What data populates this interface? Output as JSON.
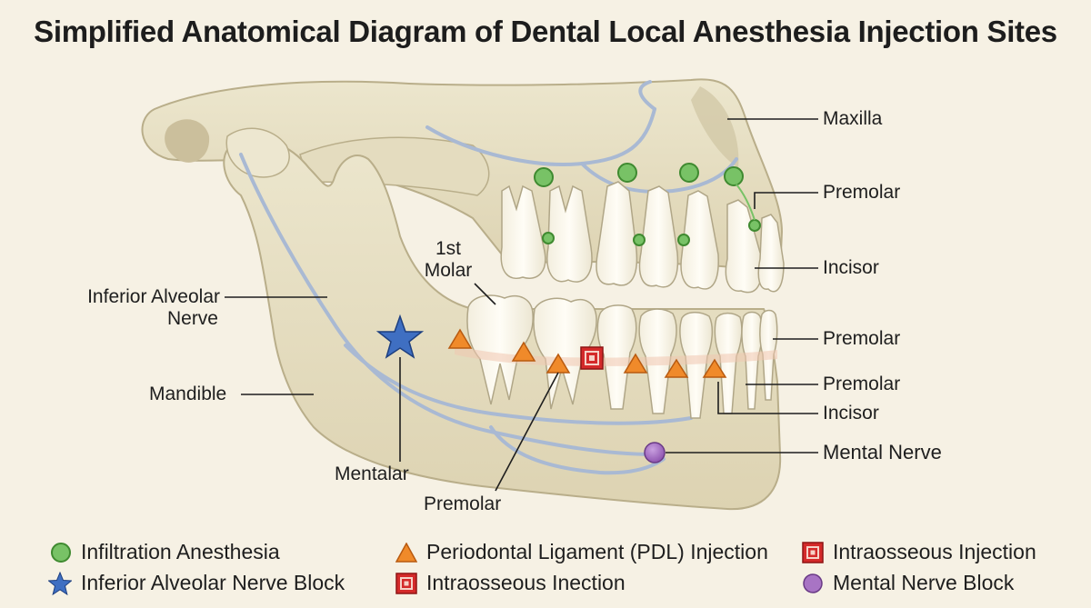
{
  "title": "Simplified Anatomical Diagram of Dental Local Anesthesia Injection Sites",
  "labels": {
    "maxilla": "Maxilla",
    "premolar_upper": "Premolar",
    "incisor_upper": "Incisor",
    "premolar_lower_1": "Premolar",
    "premolar_lower_2": "Premolar",
    "incisor_lower": "Incisor",
    "mental_nerve": "Mental Nerve",
    "inferior_alveolar_nerve_1": "Inferior Alveolar",
    "inferior_alveolar_nerve_2": "Nerve",
    "mandible": "Mandible",
    "first_molar_1": "1st",
    "first_molar_2": "Molar",
    "mentalar": "Mentalar",
    "premolar_bottom": "Premolar"
  },
  "legend": [
    {
      "text": "Infiltration Anesthesia",
      "icon": "green-circle-icon"
    },
    {
      "text": "Inferior Alveolar Nerve Block",
      "icon": "blue-star-icon"
    },
    {
      "text": "Periodontal Ligament (PDL) Injection",
      "icon": "orange-triangle-icon"
    },
    {
      "text": "Intraosseous Inection",
      "icon": "red-square-icon"
    },
    {
      "text": "Intraosseous Injection",
      "icon": "red-square-icon"
    },
    {
      "text": "Mental Nerve Block",
      "icon": "purple-circle-icon"
    }
  ],
  "colors": {
    "background": "#f6f1e4",
    "bone": "#e8e1c6",
    "bone_shadow": "#b9ae8a",
    "tooth": "#fbf9f0",
    "nerve": "#a9b9d3",
    "infiltration": "#78c266",
    "nerve_block": "#3f6fc2",
    "pdl": "#f08a2a",
    "intraosseous": "#d42a2a",
    "mental_block": "#a874c4"
  }
}
